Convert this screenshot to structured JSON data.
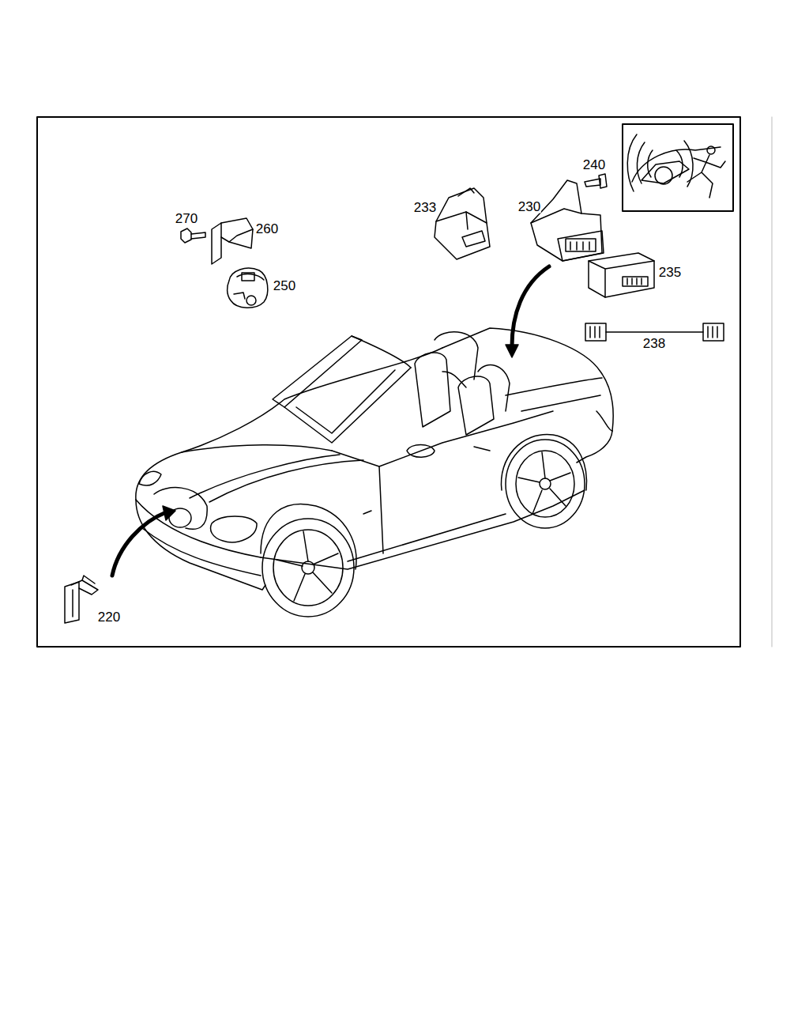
{
  "diagram": {
    "labels": [
      "270",
      "260",
      "250",
      "233",
      "230",
      "240",
      "235",
      "238",
      "220"
    ]
  }
}
